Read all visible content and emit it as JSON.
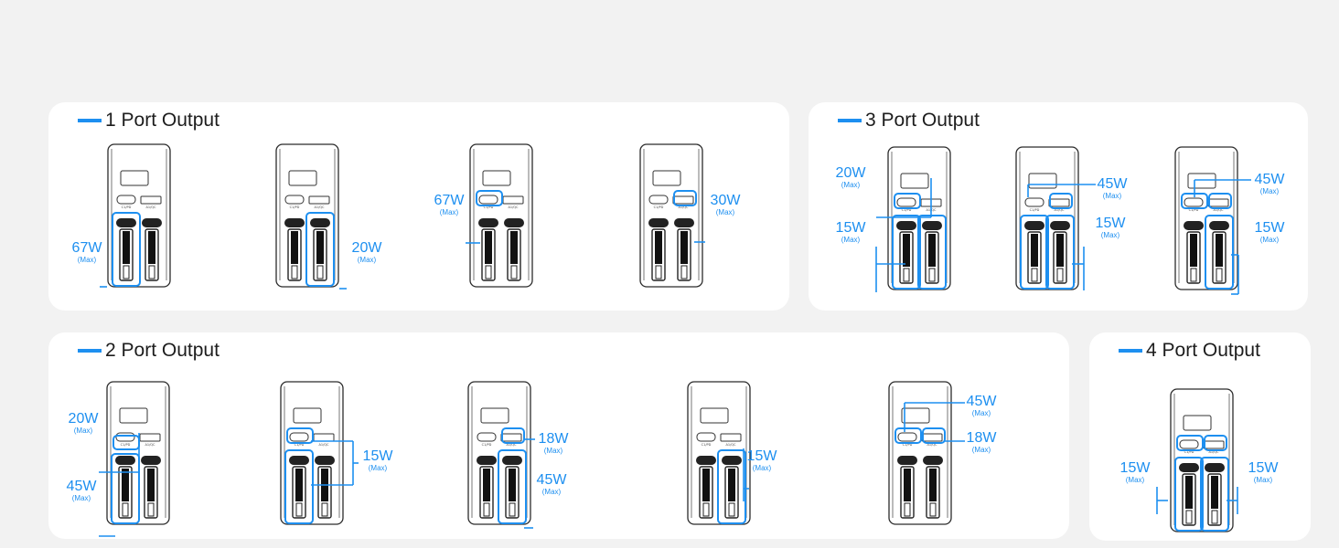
{
  "accent_color": "#1d8ff0",
  "sections": {
    "one_port": {
      "title": "1 Port Output",
      "devices": [
        {
          "labels": [
            {
              "watt": "67W",
              "max": "(Max)"
            }
          ]
        },
        {
          "labels": [
            {
              "watt": "20W",
              "max": "(Max)"
            }
          ]
        },
        {
          "labels": [
            {
              "watt": "67W",
              "max": "(Max)"
            }
          ]
        },
        {
          "labels": [
            {
              "watt": "30W",
              "max": "(Max)"
            }
          ]
        }
      ]
    },
    "three_port": {
      "title": "3 Port Output",
      "devices": [
        {
          "labels": [
            {
              "watt": "20W",
              "max": "(Max)"
            },
            {
              "watt": "15W",
              "max": "(Max)"
            }
          ]
        },
        {
          "labels": [
            {
              "watt": "45W",
              "max": "(Max)"
            },
            {
              "watt": "15W",
              "max": "(Max)"
            }
          ]
        },
        {
          "labels": [
            {
              "watt": "45W",
              "max": "(Max)"
            },
            {
              "watt": "15W",
              "max": "(Max)"
            }
          ]
        }
      ]
    },
    "two_port": {
      "title": "2 Port Output",
      "devices": [
        {
          "labels": [
            {
              "watt": "20W",
              "max": "(Max)"
            },
            {
              "watt": "45W",
              "max": "(Max)"
            }
          ]
        },
        {
          "labels": [
            {
              "watt": "15W",
              "max": "(Max)"
            }
          ]
        },
        {
          "labels": [
            {
              "watt": "18W",
              "max": "(Max)"
            },
            {
              "watt": "45W",
              "max": "(Max)"
            }
          ]
        },
        {
          "labels": [
            {
              "watt": "15W",
              "max": "(Max)"
            }
          ]
        },
        {
          "labels": [
            {
              "watt": "45W",
              "max": "(Max)"
            },
            {
              "watt": "18W",
              "max": "(Max)"
            }
          ]
        }
      ]
    },
    "four_port": {
      "title": "4 Port Output",
      "devices": [
        {
          "labels": [
            {
              "watt": "15W",
              "max": "(Max)"
            },
            {
              "watt": "15W",
              "max": "(Max)"
            }
          ]
        }
      ]
    }
  }
}
